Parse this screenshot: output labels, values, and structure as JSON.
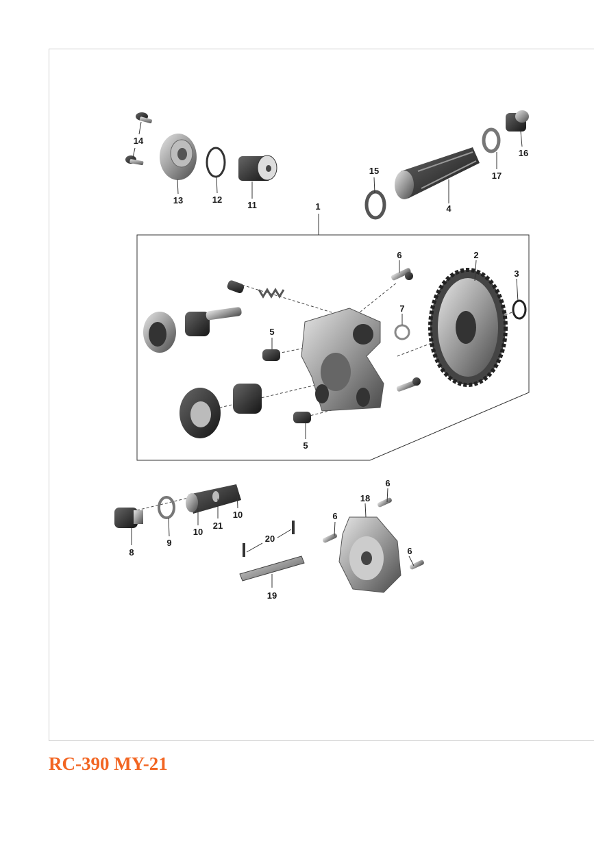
{
  "model_label": "RC-390 MY-21",
  "brand_color": "#f26522",
  "callouts": [
    "1",
    "2",
    "3",
    "4",
    "5",
    "5",
    "6",
    "6",
    "6",
    "6",
    "7",
    "8",
    "9",
    "10",
    "10",
    "11",
    "12",
    "13",
    "14",
    "15",
    "16",
    "17",
    "18",
    "19",
    "20",
    "21"
  ]
}
